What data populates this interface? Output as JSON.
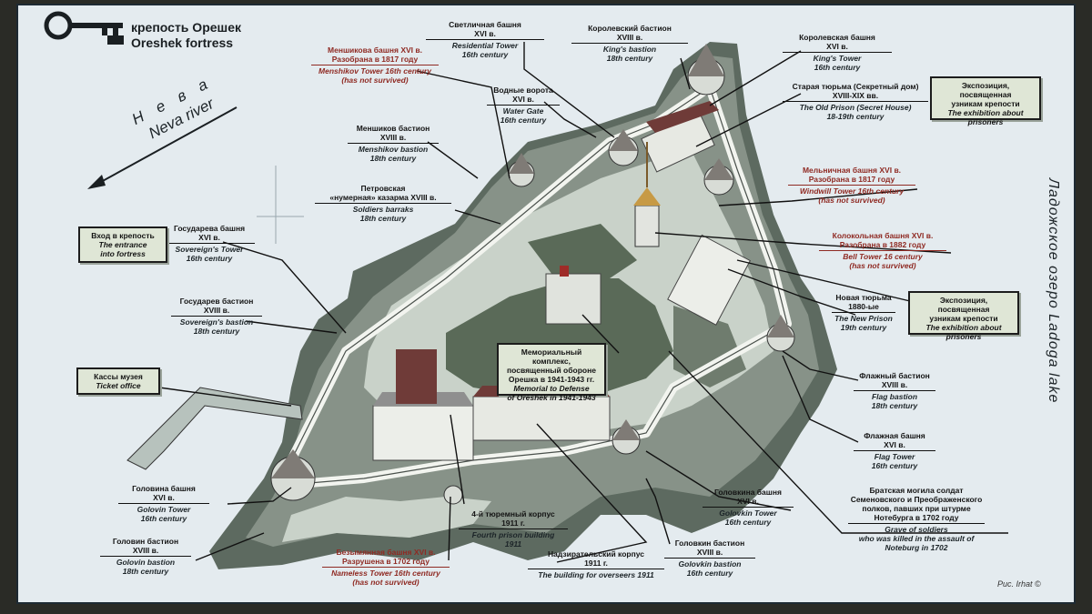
{
  "title": {
    "ru": "крепость Орешек",
    "en": "Oreshek fortress"
  },
  "river": {
    "ru": "Н е в а",
    "en": "Neva river"
  },
  "lake": "Ладожское озеро   Ladoga lake",
  "credit": "Рис. Irhat ©",
  "labels": {
    "svetlichnaya": {
      "ru": "Светличная башня",
      "ru2": "XVI в.",
      "en": "Residential Tower",
      "en2": "16th century"
    },
    "korolevsky_bastion": {
      "ru": "Королевский бастион",
      "ru2": "XVIII в.",
      "en": "King's bastion",
      "en2": "18th century"
    },
    "korolevskaya_tower": {
      "ru": "Королевская башня",
      "ru2": "XVI в.",
      "en": "King's Tower",
      "en2": "16th century"
    },
    "old_prison": {
      "ru": "Старая тюрьма (Секретный дом)",
      "ru2": "XVIII-XIX вв.",
      "en": "The Old Prison (Secret House)",
      "en2": "18-19th century"
    },
    "menshikova_tower": {
      "ru": "Меншикова башня XVI в.",
      "ru2": "Разобрана в 1817 году",
      "en": "Menshikov Tower 16th century",
      "en2": "(has not survived)"
    },
    "water_gate": {
      "ru": "Водные ворота",
      "ru2": "XVI в.",
      "en": "Water Gate",
      "en2": "16th century"
    },
    "menshikov_bastion": {
      "ru": "Меншиков бастион",
      "ru2": "XVIII в.",
      "en": "Menshikov bastion",
      "en2": "18th century"
    },
    "petrovskaya": {
      "ru": "Петровская",
      "ru2": "«нумерная» казарма XVIII в.",
      "en": "Soldiers barraks",
      "en2": "18th century"
    },
    "windmill": {
      "ru": "Мельничная башня XVI в.",
      "ru2": "Разобрана в 1817 году",
      "en": "Windwill Tower 16th century",
      "en2": "(has not survived)"
    },
    "bell": {
      "ru": "Колокольная башня XVI в.",
      "ru2": "Разобрана в 1882 году",
      "en": "Bell Tower 16 century",
      "en2": "(has not survived)"
    },
    "gosudareva_tower": {
      "ru": "Государева башня",
      "ru2": "XVI в.",
      "en": "Sovereign's Tower",
      "en2": "16th century"
    },
    "gosudarev_bastion": {
      "ru": "Государев бастион",
      "ru2": "XVIII в.",
      "en": "Sovereign's bastion",
      "en2": "18th century"
    },
    "new_prison": {
      "ru": "Новая тюрьма",
      "ru2": "1880-ые",
      "en": "The New Prison",
      "en2": "19th century"
    },
    "flag_bastion": {
      "ru": "Флажный бастион",
      "ru2": "XVIII в.",
      "en": "Flag bastion",
      "en2": "18th century"
    },
    "flag_tower": {
      "ru": "Флажная башня",
      "ru2": "XVI в.",
      "en": "Flag Tower",
      "en2": "16th century"
    },
    "golovina_tower": {
      "ru": "Головина башня",
      "ru2": "XVI в.",
      "en": "Golovin Tower",
      "en2": "16th century"
    },
    "golovin_bastion": {
      "ru": "Головин бастион",
      "ru2": "XVIII в.",
      "en": "Golovin bastion",
      "en2": "18th century"
    },
    "fourth_prison": {
      "ru": "4-й тюремный корпус",
      "ru2": "1911 г.",
      "en": "Fourth prison building",
      "en2": "1911"
    },
    "nameless": {
      "ru": "Безымянная башня XVI в.",
      "ru2": "Разрушена в 1702 году",
      "en": "Nameless Tower 16th century",
      "en2": "(has not survived)"
    },
    "overseers": {
      "ru": "Надзирательский корпус",
      "ru2": "1911 г.",
      "en": "The building for overseers 1911",
      "en2": ""
    },
    "golovkin_tower": {
      "ru": "Головкина башня",
      "ru2": "XVI в.",
      "en": "Golovkin Tower",
      "en2": "16th century"
    },
    "golovkin_bastion": {
      "ru": "Головкин бастион",
      "ru2": "XVIII в.",
      "en": "Golovkin bastion",
      "en2": "16th century"
    },
    "grave": {
      "ru": "Братская могила солдат",
      "ru2": "Семеновского и Преображенского полков, павших при штурме Нотебурга в 1702 году",
      "en": "Grave of soldiers",
      "en2": "who was killed in the assault of Noteburg in 1702"
    }
  },
  "boxes": {
    "exhibition_old": {
      "ru": "Экспозиция, посвященная",
      "ru2": "узникам крепости",
      "en": "The exhibition about",
      "en2": "prisoners"
    },
    "exhibition_new": {
      "ru": "Экспозиция, посвященная",
      "ru2": "узникам крепости",
      "en": "The exhibition about",
      "en2": "prisoners"
    },
    "entrance": {
      "ru": "Вход в крепость",
      "ru2": "",
      "en": "The entrance",
      "en2": "into fortress"
    },
    "ticket": {
      "ru": "Кассы музея",
      "ru2": "",
      "en": "Ticket office",
      "en2": ""
    },
    "memorial": {
      "ru": "Мемориальный комплекс,",
      "ru2": "посвященный обороне Орешка в 1941-1943 гг.",
      "en": "Memorial to Defense",
      "en2": "of Oreshek in 1941-1943"
    }
  },
  "colors": {
    "water": "#e4ebef",
    "island": "#5d6a60",
    "wall": "#f2f4ef",
    "ground": "#c9d2c9",
    "roof": "#9e2c28",
    "red_text": "#8f2a23"
  }
}
